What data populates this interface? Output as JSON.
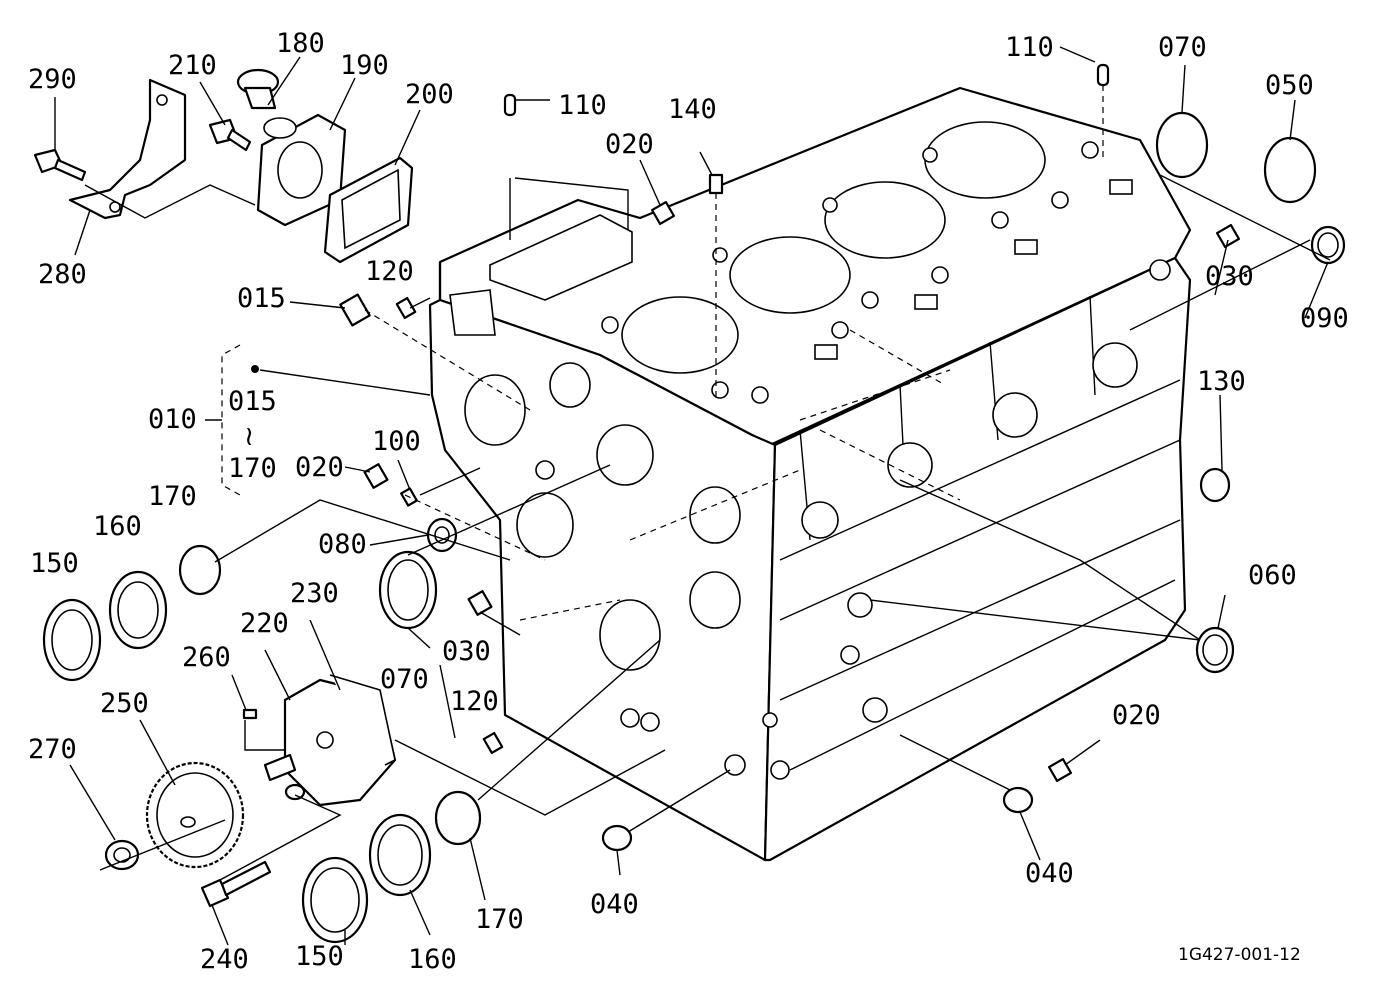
{
  "diagram_code": "1G427-001-12",
  "range_separator": "≀",
  "callouts": {
    "c290": "290",
    "c210": "210",
    "c180": "180",
    "c190": "190",
    "c200": "200",
    "c280": "280",
    "c110a": "110",
    "c110b": "110",
    "c020a": "020",
    "c140": "140",
    "c070a": "070",
    "c050": "050",
    "c030a": "030",
    "c090": "090",
    "c120a": "120",
    "c015a": "015",
    "c010": "010",
    "c015b": "015",
    "c170a": "170",
    "c020b": "020",
    "c100": "100",
    "c080": "080",
    "c170b": "170",
    "c160a": "160",
    "c150a": "150",
    "c070b": "070",
    "c030b": "030",
    "c230": "230",
    "c220": "220",
    "c260": "260",
    "c250": "250",
    "c270": "270",
    "c120b": "120",
    "c130": "130",
    "c060": "060",
    "c020c": "020",
    "c040a": "040",
    "c040b": "040",
    "c170c": "170",
    "c160b": "160",
    "c150b": "150",
    "c240": "240"
  }
}
